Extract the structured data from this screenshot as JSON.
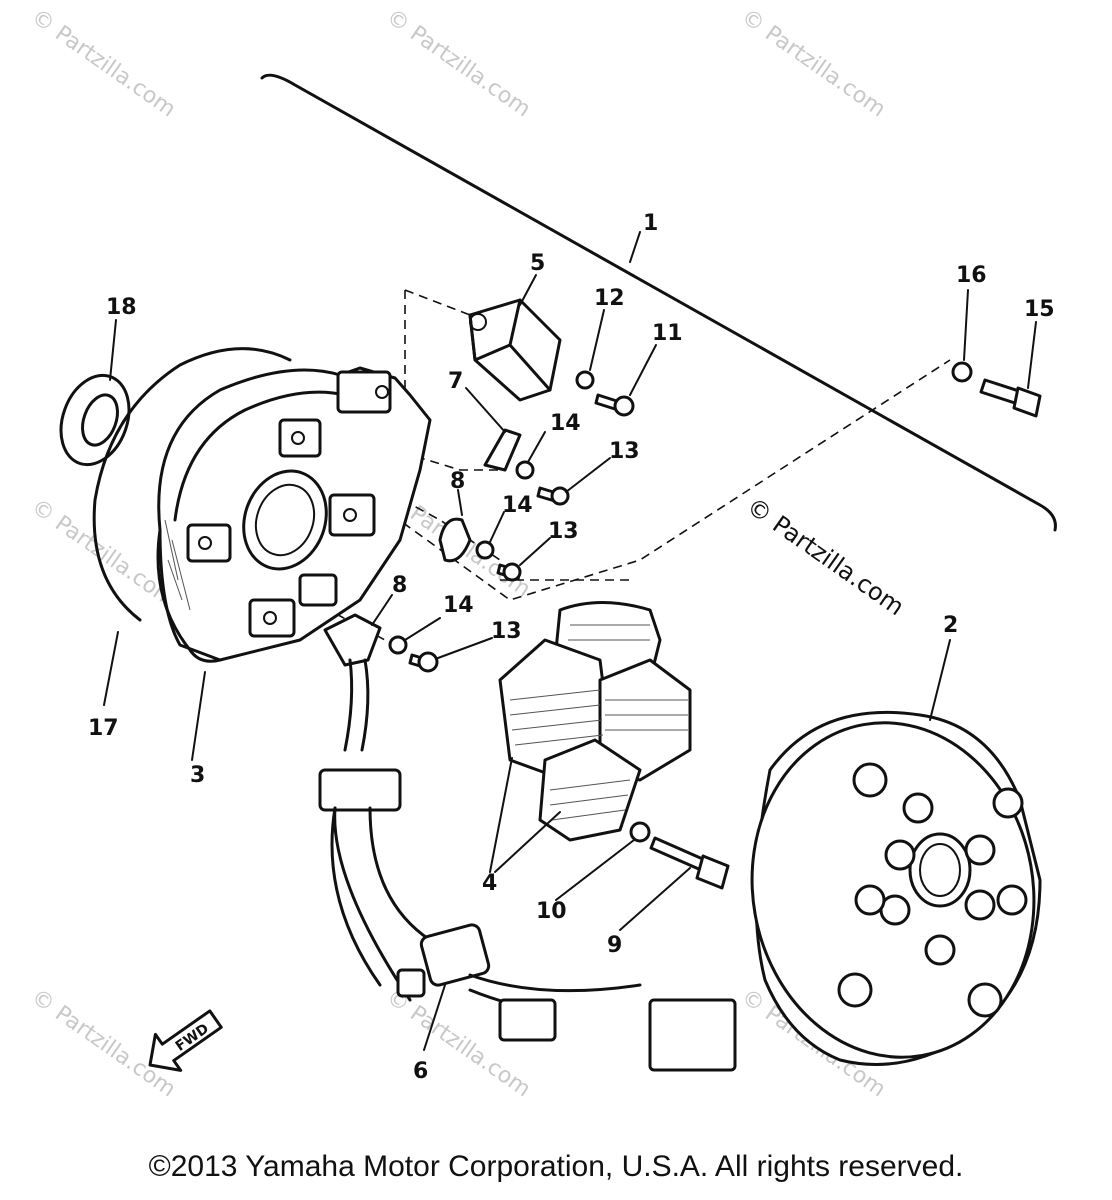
{
  "watermark": "© Partzilla.com",
  "watermark_main": "© Partzilla.com",
  "fwd_label": "FWD",
  "copyright": "©2013  Yamaha Motor Corporation, U.S.A. All rights reserved.",
  "callouts": {
    "c1": "1",
    "c2": "2",
    "c3": "3",
    "c4": "4",
    "c5": "5",
    "c6": "6",
    "c7": "7",
    "c8a": "8",
    "c8b": "8",
    "c9": "9",
    "c10": "10",
    "c11": "11",
    "c12": "12",
    "c13a": "13",
    "c13b": "13",
    "c13c": "13",
    "c14a": "14",
    "c14b": "14",
    "c14c": "14",
    "c15": "15",
    "c16": "16",
    "c17": "17",
    "c18": "18"
  }
}
